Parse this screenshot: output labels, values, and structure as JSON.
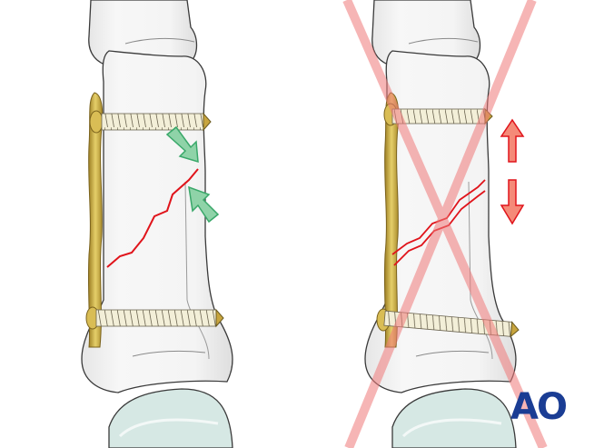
{
  "figure": {
    "description": "Finger phalanx fracture fixed with lateral plate: correct compression vs incorrect distraction",
    "panels": [
      {
        "id": "correct",
        "state": "correct",
        "arrow_type": "compression",
        "arrow_color": "#8fd3a8",
        "arrow_stroke": "#3aa86a",
        "fracture_line_color": "#e0141b",
        "fracture_style": "closed"
      },
      {
        "id": "incorrect",
        "state": "incorrect",
        "arrow_type": "distraction",
        "arrow_color": "#f58a78",
        "arrow_stroke": "#e0141b",
        "fracture_line_color": "#e0141b",
        "fracture_style": "gap",
        "cross_mark_color": "#f5a0a0"
      }
    ]
  },
  "colors": {
    "bone_fill": "#f2f2f2",
    "bone_shade": "#e2e2e2",
    "bone_outline": "#3a3a3a",
    "cartilage": "#d6e8e4",
    "plate_gold": "#d6b84a",
    "plate_dark": "#8f7420",
    "screw_fill": "#f3efd8",
    "logo_blue": "#1a3d94"
  },
  "logo": {
    "text": "AO"
  }
}
